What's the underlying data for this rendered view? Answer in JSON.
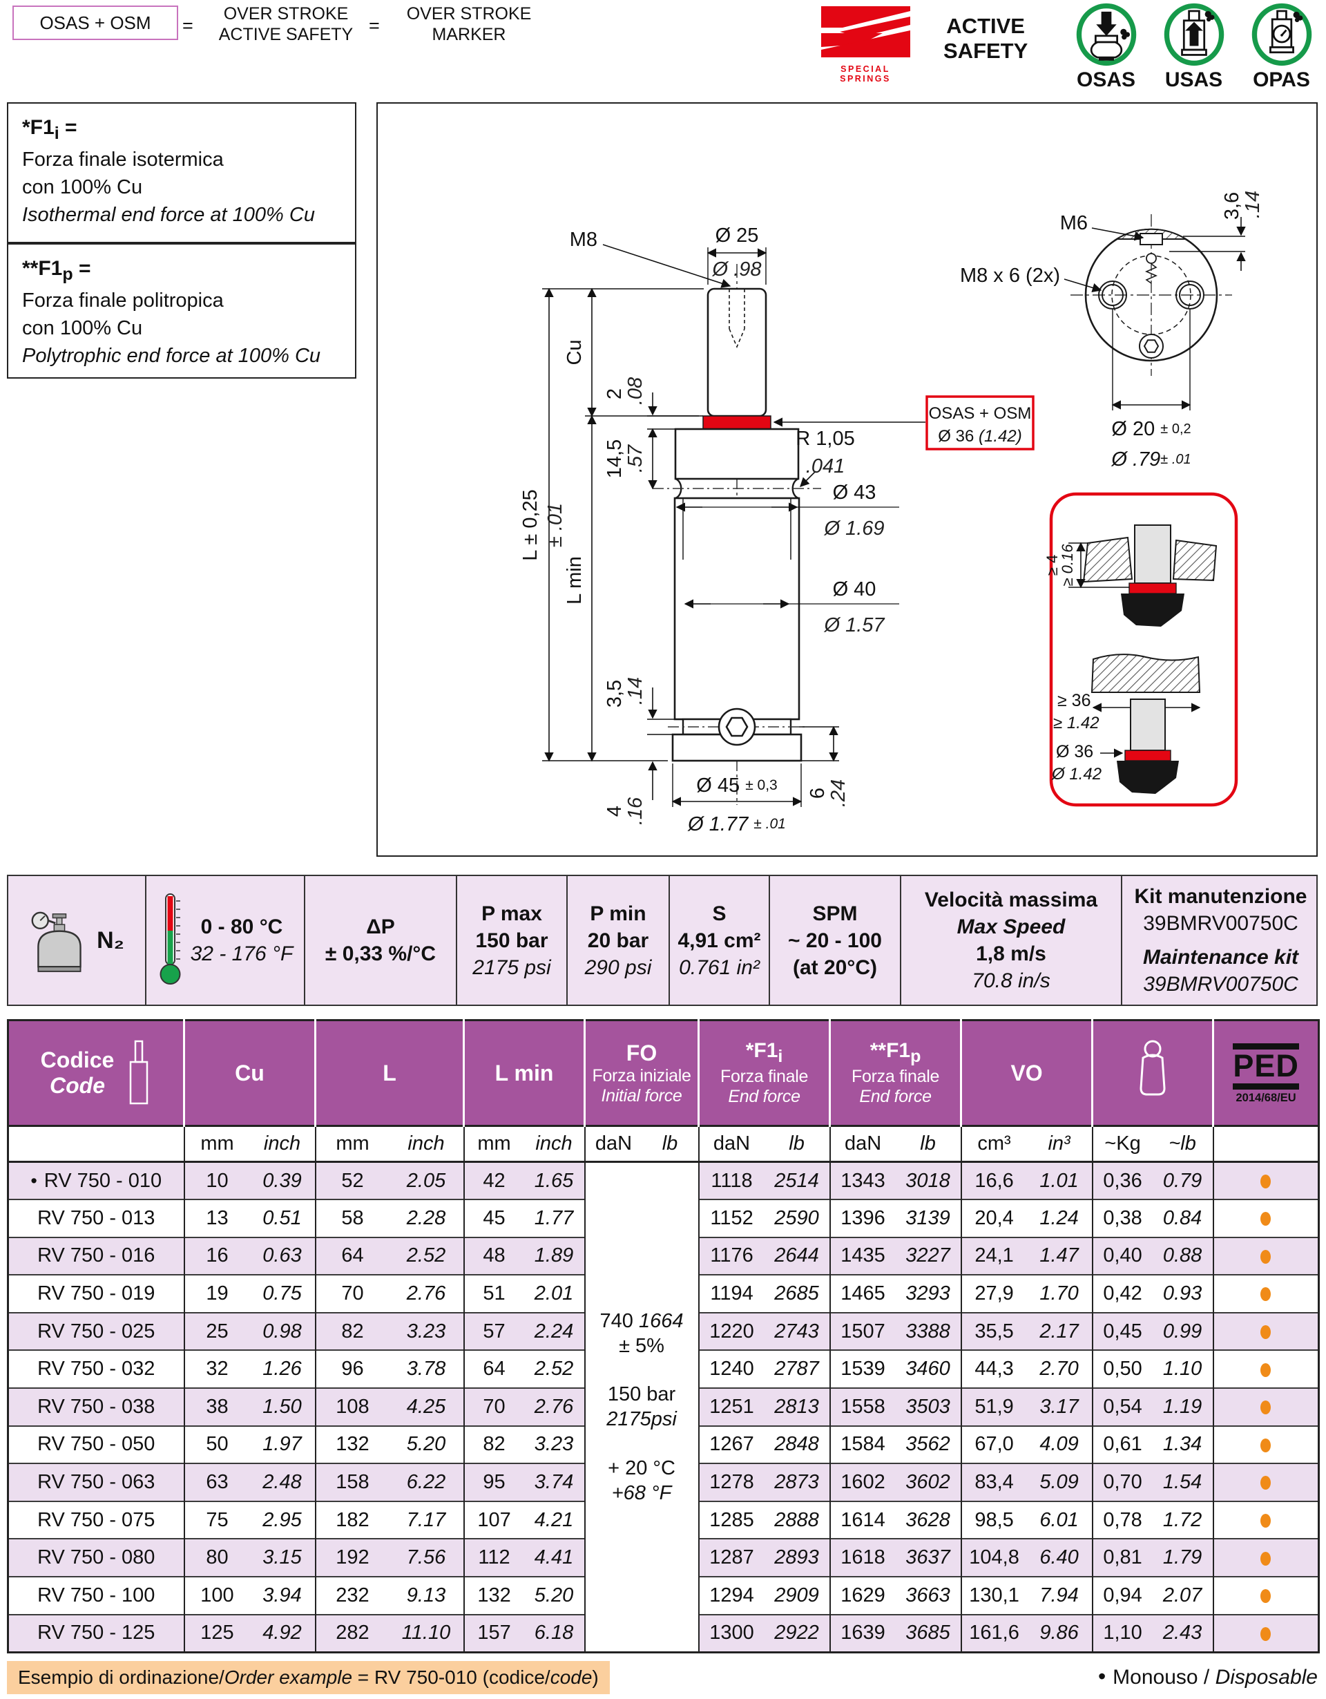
{
  "header": {
    "osas_box": "OSAS + OSM",
    "eq": "=",
    "def1": [
      "OVER STROKE",
      "ACTIVE SAFETY"
    ],
    "def2": [
      "OVER STROKE",
      "MARKER"
    ],
    "brand": "SPECIAL SPRINGS",
    "active_safety": [
      "ACTIVE",
      "SAFETY"
    ],
    "icons": [
      {
        "label": "OSAS"
      },
      {
        "label": "USAS"
      },
      {
        "label": "OPAS"
      }
    ]
  },
  "notes": {
    "f1i": {
      "t1": "*F1",
      "sub": "i",
      "t2": " =",
      "l1": "Forza finale isotermica",
      "l2": "con 100% Cu",
      "l3": "Isothermal end force at 100% Cu"
    },
    "f1p": {
      "t1": "**F1",
      "sub": "p",
      "t2": " =",
      "l1": "Forza finale politropica",
      "l2": "con 100% Cu",
      "l3": "Polytrophic end force at 100% Cu"
    }
  },
  "drawing": {
    "front": {
      "m8": "M8",
      "d25": "Ø 25",
      "d25_in": "Ø .98",
      "cu": "Cu",
      "l": "L ± 0,25",
      "l_in": "± .01",
      "lmin": "L min",
      "t2": "2",
      "t2_in": ".08",
      "t145": "14,5",
      "t145_in": ".57",
      "r": "R 1,05",
      "r_in": ".041",
      "d43": "Ø 43",
      "d43_in": "Ø 1.69",
      "d40": "Ø 40",
      "d40_in": "Ø 1.57",
      "t35": "3,5",
      "t35_in": ".14",
      "t4": "4",
      "t4_in": ".16",
      "t6": "6",
      "t6_in": ".24",
      "d45": "Ø 45 ",
      "d45_tol": "± 0,3",
      "d45_in": "Ø 1.77 ",
      "d45_in_tol": "± .01"
    },
    "top": {
      "m6": "M6",
      "m8x6": "M8 x 6 (2x)",
      "t36": "3,6",
      "t36_in": ".14",
      "d20": "Ø 20 ",
      "d20_tol": "± 0,2",
      "d20_in": "Ø .79",
      "d20_in_tol": "± .01"
    },
    "note": {
      "l1": "OSAS + OSM",
      "l2": "Ø 36 ",
      "l2_in": "(1.42)"
    },
    "inset": {
      "c4": "≥ 4",
      "c4_in": "≥ 0.16",
      "c36": "≥ 36",
      "c36_in": "≥ 1.42",
      "d36": "Ø 36",
      "d36_in": "Ø 1.42"
    }
  },
  "specs": {
    "n2": "N₂",
    "temp_c": "0 - 80 °C",
    "temp_f": "32 - 176 °F",
    "dp_title": "ΔP",
    "dp_value": "± 0,33 %/°C",
    "pmax_title": "P max",
    "pmax_bar": "150 bar",
    "pmax_psi": "2175 psi",
    "pmin_title": "P min",
    "pmin_bar": "20 bar",
    "pmin_psi": "290 psi",
    "s_title": "S",
    "s_cm2": "4,91 cm²",
    "s_in2": "0.761 in²",
    "spm_title": "SPM",
    "spm_range": "~ 20 - 100",
    "spm_at": "(at 20°C)",
    "vmax_title_it": "Velocità massima",
    "vmax_title_en": "Max Speed",
    "vmax_ms": "1,8 m/s",
    "vmax_ins": "70.8 in/s",
    "kit_title_it": "Kit manutenzione",
    "kit_code1": "39BMRV00750C",
    "kit_title_en": "Maintenance kit",
    "kit_code2": "39BMRV00750C"
  },
  "table": {
    "headers": {
      "code_it": "Codice",
      "code_en": "Code",
      "cu": "Cu",
      "l": "L",
      "lmin": "L min",
      "fo": "FO",
      "fo_it": "Forza iniziale",
      "fo_en": "Initial force",
      "f1i_base": "*F1",
      "f1i_sub": "i",
      "f1p_base": "**F1",
      "f1p_sub": "p",
      "f1_it": "Forza finale",
      "f1_en": "End force",
      "vo": "VO",
      "ped_word": "PED",
      "ped_sub": "2014/68/EU"
    },
    "units": {
      "mm": "mm",
      "inch": "inch",
      "dan": "daN",
      "lb": "lb",
      "cm3": "cm³",
      "in3": "in³",
      "kg": "~Kg",
      "lb2": "~lb"
    },
    "marked_bullet": "•",
    "fo": {
      "dan": "740",
      "lb": "1664",
      "tol": "± 5%",
      "bar": "150 bar",
      "psi": "2175psi",
      "temp_c": "+ 20 °C",
      "temp_f": "+68 °F"
    },
    "rows": [
      {
        "code": "RV 750 - 010",
        "marked": true,
        "cu": [
          "10",
          "0.39"
        ],
        "l": [
          "52",
          "2.05"
        ],
        "lmin": [
          "42",
          "1.65"
        ],
        "f1i": [
          "1118",
          "2514"
        ],
        "f1p": [
          "1343",
          "3018"
        ],
        "vo": [
          "16,6",
          "1.01"
        ],
        "w": [
          "0,36",
          "0.79"
        ]
      },
      {
        "code": "RV 750 - 013",
        "cu": [
          "13",
          "0.51"
        ],
        "l": [
          "58",
          "2.28"
        ],
        "lmin": [
          "45",
          "1.77"
        ],
        "f1i": [
          "1152",
          "2590"
        ],
        "f1p": [
          "1396",
          "3139"
        ],
        "vo": [
          "20,4",
          "1.24"
        ],
        "w": [
          "0,38",
          "0.84"
        ]
      },
      {
        "code": "RV 750 - 016",
        "cu": [
          "16",
          "0.63"
        ],
        "l": [
          "64",
          "2.52"
        ],
        "lmin": [
          "48",
          "1.89"
        ],
        "f1i": [
          "1176",
          "2644"
        ],
        "f1p": [
          "1435",
          "3227"
        ],
        "vo": [
          "24,1",
          "1.47"
        ],
        "w": [
          "0,40",
          "0.88"
        ]
      },
      {
        "code": "RV 750 - 019",
        "cu": [
          "19",
          "0.75"
        ],
        "l": [
          "70",
          "2.76"
        ],
        "lmin": [
          "51",
          "2.01"
        ],
        "f1i": [
          "1194",
          "2685"
        ],
        "f1p": [
          "1465",
          "3293"
        ],
        "vo": [
          "27,9",
          "1.70"
        ],
        "w": [
          "0,42",
          "0.93"
        ]
      },
      {
        "code": "RV 750 - 025",
        "cu": [
          "25",
          "0.98"
        ],
        "l": [
          "82",
          "3.23"
        ],
        "lmin": [
          "57",
          "2.24"
        ],
        "f1i": [
          "1220",
          "2743"
        ],
        "f1p": [
          "1507",
          "3388"
        ],
        "vo": [
          "35,5",
          "2.17"
        ],
        "w": [
          "0,45",
          "0.99"
        ]
      },
      {
        "code": "RV 750 - 032",
        "cu": [
          "32",
          "1.26"
        ],
        "l": [
          "96",
          "3.78"
        ],
        "lmin": [
          "64",
          "2.52"
        ],
        "f1i": [
          "1240",
          "2787"
        ],
        "f1p": [
          "1539",
          "3460"
        ],
        "vo": [
          "44,3",
          "2.70"
        ],
        "w": [
          "0,50",
          "1.10"
        ]
      },
      {
        "code": "RV 750 - 038",
        "cu": [
          "38",
          "1.50"
        ],
        "l": [
          "108",
          "4.25"
        ],
        "lmin": [
          "70",
          "2.76"
        ],
        "f1i": [
          "1251",
          "2813"
        ],
        "f1p": [
          "1558",
          "3503"
        ],
        "vo": [
          "51,9",
          "3.17"
        ],
        "w": [
          "0,54",
          "1.19"
        ]
      },
      {
        "code": "RV 750 - 050",
        "cu": [
          "50",
          "1.97"
        ],
        "l": [
          "132",
          "5.20"
        ],
        "lmin": [
          "82",
          "3.23"
        ],
        "f1i": [
          "1267",
          "2848"
        ],
        "f1p": [
          "1584",
          "3562"
        ],
        "vo": [
          "67,0",
          "4.09"
        ],
        "w": [
          "0,61",
          "1.34"
        ]
      },
      {
        "code": "RV 750 - 063",
        "cu": [
          "63",
          "2.48"
        ],
        "l": [
          "158",
          "6.22"
        ],
        "lmin": [
          "95",
          "3.74"
        ],
        "f1i": [
          "1278",
          "2873"
        ],
        "f1p": [
          "1602",
          "3602"
        ],
        "vo": [
          "83,4",
          "5.09"
        ],
        "w": [
          "0,70",
          "1.54"
        ]
      },
      {
        "code": "RV 750 - 075",
        "cu": [
          "75",
          "2.95"
        ],
        "l": [
          "182",
          "7.17"
        ],
        "lmin": [
          "107",
          "4.21"
        ],
        "f1i": [
          "1285",
          "2888"
        ],
        "f1p": [
          "1614",
          "3628"
        ],
        "vo": [
          "98,5",
          "6.01"
        ],
        "w": [
          "0,78",
          "1.72"
        ]
      },
      {
        "code": "RV 750 - 080",
        "cu": [
          "80",
          "3.15"
        ],
        "l": [
          "192",
          "7.56"
        ],
        "lmin": [
          "112",
          "4.41"
        ],
        "f1i": [
          "1287",
          "2893"
        ],
        "f1p": [
          "1618",
          "3637"
        ],
        "vo": [
          "104,8",
          "6.40"
        ],
        "w": [
          "0,81",
          "1.79"
        ]
      },
      {
        "code": "RV 750 - 100",
        "cu": [
          "100",
          "3.94"
        ],
        "l": [
          "232",
          "9.13"
        ],
        "lmin": [
          "132",
          "5.20"
        ],
        "f1i": [
          "1294",
          "2909"
        ],
        "f1p": [
          "1629",
          "3663"
        ],
        "vo": [
          "130,1",
          "7.94"
        ],
        "w": [
          "0,94",
          "2.07"
        ]
      },
      {
        "code": "RV 750 - 125",
        "cu": [
          "125",
          "4.92"
        ],
        "l": [
          "282",
          "11.10"
        ],
        "lmin": [
          "157",
          "6.18"
        ],
        "f1i": [
          "1300",
          "2922"
        ],
        "f1p": [
          "1639",
          "3685"
        ],
        "vo": [
          "161,6",
          "9.86"
        ],
        "w": [
          "1,10",
          "2.43"
        ]
      }
    ]
  },
  "footer": {
    "ex1": "Esempio di ordinazione/",
    "ex2": "Order example",
    "ex3": " = RV 750-010 (codice/",
    "ex4": "code",
    "ex5": ")",
    "bullet": "•",
    "disp1": "Monouso / ",
    "disp2": "Disposable"
  },
  "colors": {
    "brand_red": "#e30613",
    "header_purple": "#a5549d",
    "row_purple": "#ecdeef",
    "specs_bg": "#f0e2f2",
    "dot_orange": "#f08b18",
    "highlight_orange": "#fbcf9e",
    "icon_green": "#169a4a"
  }
}
